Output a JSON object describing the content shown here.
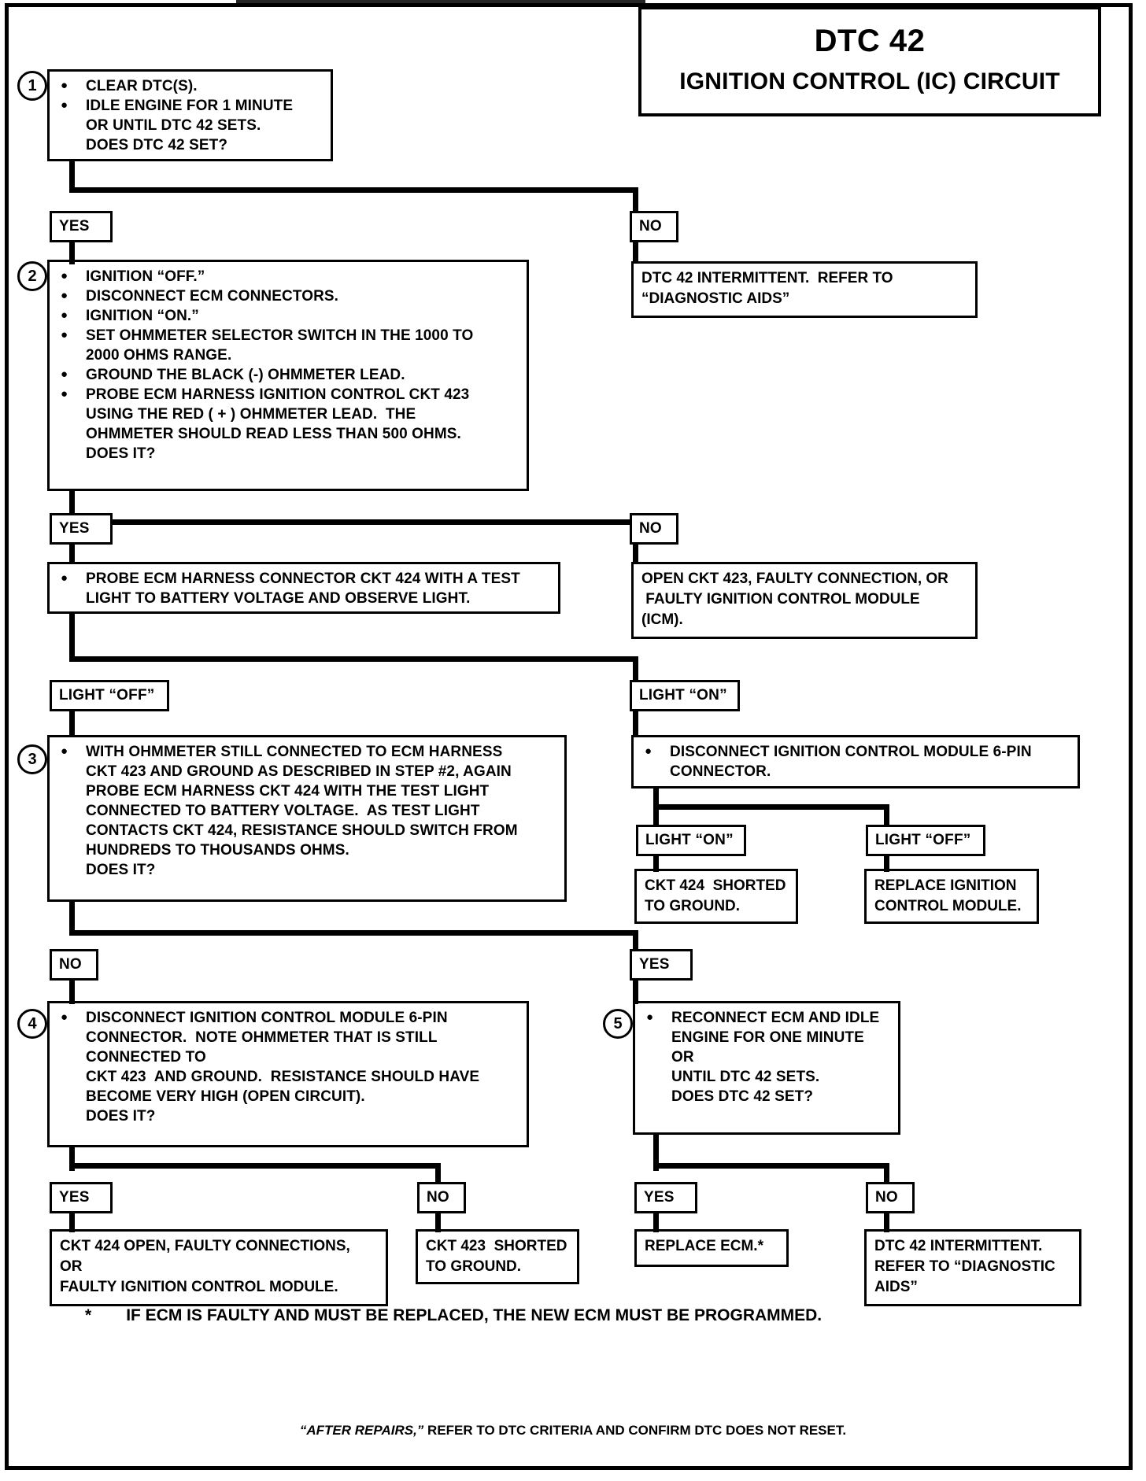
{
  "title": {
    "code": "DTC 42",
    "subtitle": "IGNITION CONTROL (IC) CIRCUIT"
  },
  "steps": {
    "s1": {
      "number": "1",
      "lines": [
        "CLEAR DTC(S).",
        "IDLE ENGINE FOR 1 MINUTE",
        "OR UNTIL DTC 42 SETS.",
        "DOES DTC 42 SET?"
      ]
    },
    "s2": {
      "number": "2",
      "lines": [
        "IGNITION “OFF.”",
        "DISCONNECT ECM CONNECTORS.",
        "IGNITION “ON.”",
        "SET OHMMETER SELECTOR SWITCH IN THE 1000 TO",
        "2000 OHMS RANGE.",
        "GROUND THE BLACK (-) OHMMETER LEAD.",
        "PROBE ECM HARNESS IGNITION CONTROL CKT 423",
        "USING THE RED ( + ) OHMMETER LEAD.  THE",
        "OHMMETER SHOULD READ LESS THAN 500 OHMS.",
        "DOES IT?"
      ]
    },
    "s2b": {
      "lines": [
        "PROBE ECM HARNESS CONNECTOR CKT 424 WITH A TEST",
        "LIGHT TO BATTERY VOLTAGE AND OBSERVE LIGHT."
      ]
    },
    "s3": {
      "number": "3",
      "lines": [
        "WITH OHMMETER STILL CONNECTED TO ECM HARNESS",
        "CKT 423 AND GROUND AS DESCRIBED IN STEP #2, AGAIN",
        "PROBE ECM HARNESS CKT 424 WITH THE TEST LIGHT",
        "CONNECTED TO BATTERY VOLTAGE.  AS TEST LIGHT",
        "CONTACTS CKT 424, RESISTANCE SHOULD SWITCH FROM",
        "HUNDREDS TO THOUSANDS OHMS.",
        "DOES IT?"
      ]
    },
    "s3r": {
      "lines": [
        "DISCONNECT IGNITION CONTROL MODULE 6-PIN",
        "CONNECTOR."
      ]
    },
    "s4": {
      "number": "4",
      "lines": [
        "DISCONNECT IGNITION CONTROL MODULE 6-PIN",
        "CONNECTOR.  NOTE OHMMETER THAT IS STILL",
        "CONNECTED TO",
        "CKT 423  AND GROUND.  RESISTANCE SHOULD HAVE",
        "BECOME VERY HIGH (OPEN CIRCUIT).",
        "DOES IT?"
      ]
    },
    "s5": {
      "number": "5",
      "lines": [
        "RECONNECT ECM AND IDLE",
        "ENGINE FOR ONE MINUTE",
        "OR",
        "UNTIL DTC 42 SETS.",
        "DOES DTC 42 SET?"
      ]
    }
  },
  "results": {
    "r1": {
      "lines": [
        "DTC 42 INTERMITTENT.  REFER TO",
        "“DIAGNOSTIC AIDS”"
      ]
    },
    "r2": {
      "lines": [
        "OPEN CKT 423, FAULTY CONNECTION, OR",
        " FAULTY IGNITION CONTROL MODULE",
        "(ICM)."
      ]
    },
    "r3": {
      "lines": [
        "CKT 424  SHORTED",
        "TO GROUND."
      ]
    },
    "r4": {
      "lines": [
        "REPLACE IGNITION",
        "CONTROL MODULE."
      ]
    },
    "r5": {
      "lines": [
        "CKT 424 OPEN, FAULTY CONNECTIONS,",
        "OR",
        "FAULTY IGNITION CONTROL MODULE."
      ]
    },
    "r6": {
      "lines": [
        "CKT 423  SHORTED",
        "TO GROUND."
      ]
    },
    "r7": {
      "lines": [
        "REPLACE ECM.*"
      ]
    },
    "r8": {
      "lines": [
        "DTC 42 INTERMITTENT.",
        "REFER TO “DIAGNOSTIC",
        "AIDS”"
      ]
    }
  },
  "labels": {
    "yes1": "YES",
    "no1": "NO",
    "yes2": "YES",
    "no2": "NO",
    "light_off1": "LIGHT “OFF”",
    "light_on1": "LIGHT “ON”",
    "light_on2": "LIGHT “ON”",
    "light_off2": "LIGHT “OFF”",
    "no3": "NO",
    "yes3": "YES",
    "yes4": "YES",
    "no4": "NO",
    "yes5": "YES",
    "no5": "NO"
  },
  "footnote": {
    "marker": "*",
    "text": "IF ECM IS FAULTY AND MUST BE REPLACED, THE NEW ECM MUST BE PROGRAMMED."
  },
  "footer": {
    "quoted": "“AFTER REPAIRS,”",
    "rest": " REFER TO DTC CRITERIA AND CONFIRM DTC DOES NOT RESET."
  },
  "colors": {
    "ink": "#000000",
    "paper": "#ffffff"
  }
}
